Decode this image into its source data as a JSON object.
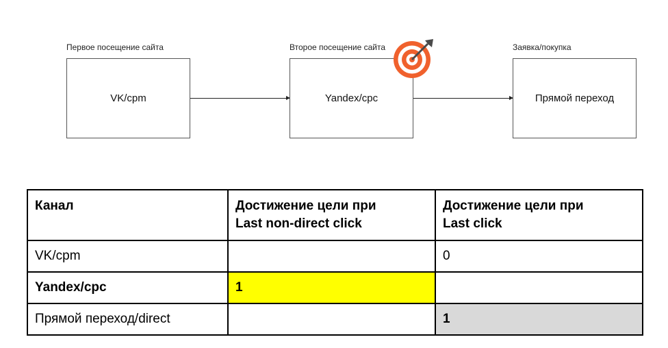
{
  "flow": {
    "steps": [
      {
        "label": "Первое посещение сайта",
        "box": "VK/cpm"
      },
      {
        "label": "Второе посещение сайта",
        "box": "Yandex/cpc"
      },
      {
        "label": "Заявка/покупка",
        "box": "Прямой переход"
      }
    ],
    "icon": "target-icon"
  },
  "table": {
    "headers": [
      "Канал",
      "Достижение цели при\nLast non-direct click",
      "Достижение цели при\nLast click"
    ],
    "rows": [
      {
        "channel": "VK/cpm",
        "lndc": "",
        "lc": "0"
      },
      {
        "channel": "Yandex/cpc",
        "lndc": "1",
        "lc": ""
      },
      {
        "channel": "Прямой переход/direct",
        "lndc": "",
        "lc": "1"
      }
    ],
    "colors": {
      "highlight_yellow": "#ffff00",
      "highlight_gray": "#d9d9d9"
    }
  }
}
